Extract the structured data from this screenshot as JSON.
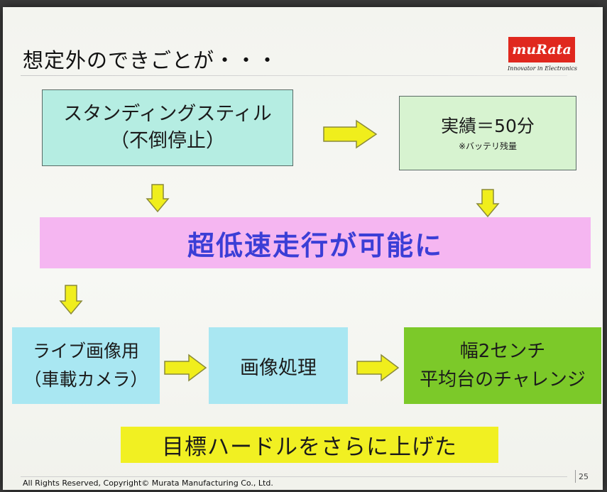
{
  "slide": {
    "title": "想定外のできごとが・・・",
    "logo": {
      "brand": "muRata",
      "tagline": "Innovator in Electronics"
    },
    "boxes": {
      "standing": {
        "line1": "スタンディングスティル",
        "line2": "（不倒停止）"
      },
      "result": {
        "main": "実績＝50分",
        "note": "※バッテリ残量"
      },
      "ultra_slow": "超低速走行が可能に",
      "live_image": {
        "line1": "ライブ画像用",
        "line2": "（車載カメラ）"
      },
      "image_processing": "画像処理",
      "challenge": {
        "line1": "幅2センチ",
        "line2": "平均台のチャレンジ"
      },
      "hurdle": "目標ハードルをさらに上げた"
    },
    "footer": "All Rights Reserved, Copyright© Murata Manufacturing Co., Ltd.",
    "page_number": "25"
  },
  "colors": {
    "arrow_fill": "#f0ee1c",
    "arrow_stroke": "#8a8a3a",
    "brand_red": "#e0281e",
    "pink_text": "#3b3ed6"
  }
}
